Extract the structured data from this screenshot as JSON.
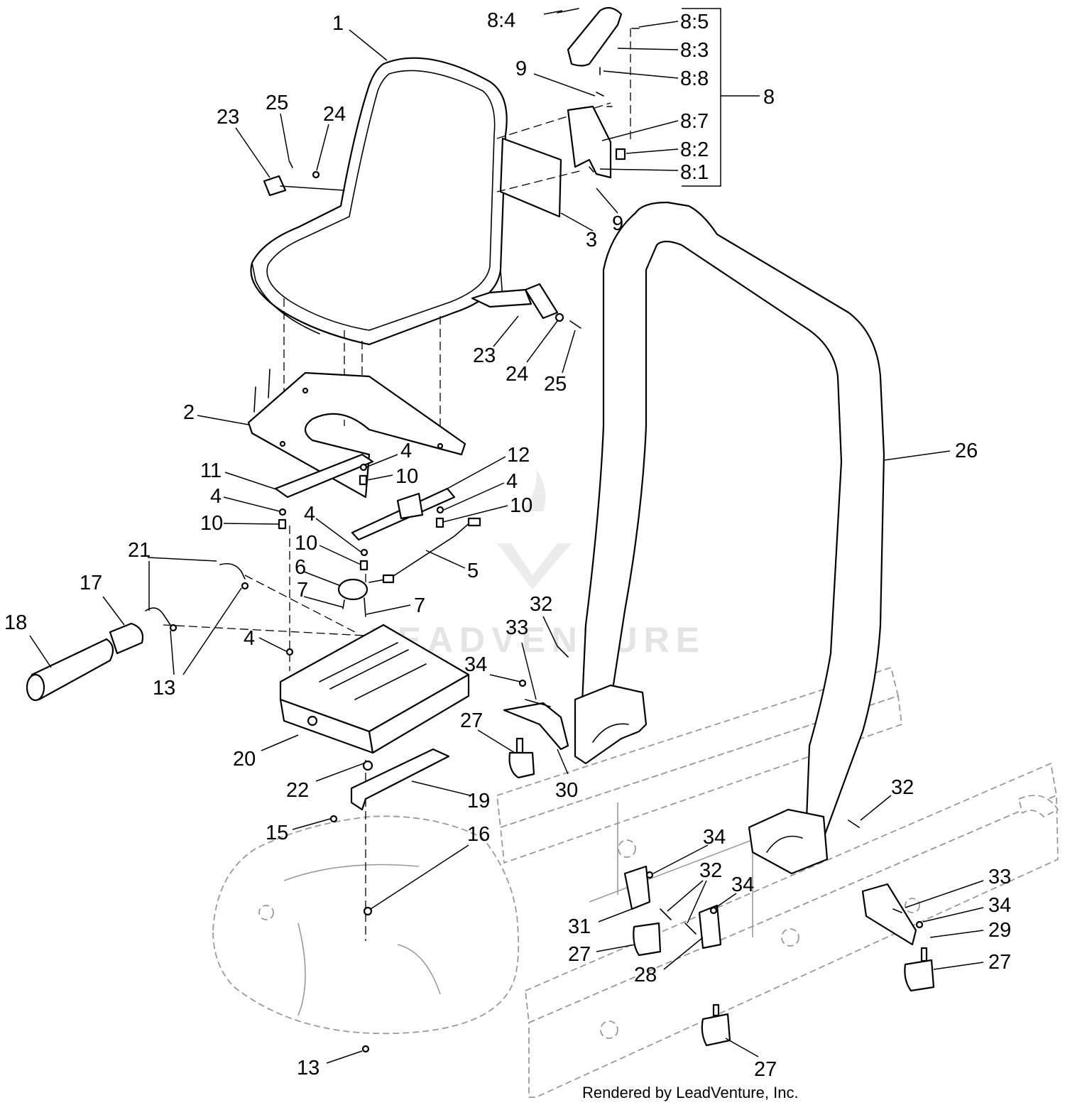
{
  "watermark": {
    "brand_text": "LEADVENTURE",
    "logo": "leadventure-logo"
  },
  "credit": "Rendered by LeadVenture, Inc.",
  "callouts": [
    "1",
    "8:4",
    "8:5",
    "8:3",
    "8:8",
    "8",
    "9",
    "8:7",
    "8:2",
    "8:1",
    "9",
    "3",
    "25",
    "24",
    "23",
    "23",
    "24",
    "25",
    "2",
    "4",
    "10",
    "12",
    "11",
    "4",
    "4",
    "10",
    "10",
    "4",
    "10",
    "5",
    "6",
    "7",
    "7",
    "21",
    "17",
    "18",
    "13",
    "4",
    "32",
    "33",
    "34",
    "27",
    "30",
    "20",
    "22",
    "19",
    "15",
    "16",
    "26",
    "32",
    "34",
    "32",
    "34",
    "33",
    "34",
    "29",
    "31",
    "27",
    "28",
    "27",
    "13",
    "27"
  ]
}
